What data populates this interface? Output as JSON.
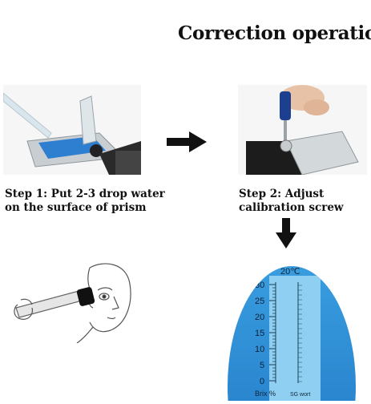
{
  "title": "Correction operation",
  "step1": {
    "line1": "Step 1: Put 2-3 drop water",
    "line2": "on the surface of prism"
  },
  "step2": {
    "line1": "Step 2: Adjust",
    "line2": "calibration screw"
  },
  "scale": {
    "temperature": "20℃",
    "brix_ticks": [
      "30",
      "25",
      "20",
      "15",
      "10",
      "5",
      "0"
    ],
    "brix_label": "Brix %",
    "sg_label": "SG wort"
  },
  "colors": {
    "scale_blue": "#2a8fd6",
    "scale_light": "#8fd0f2",
    "arrow": "#111111"
  }
}
